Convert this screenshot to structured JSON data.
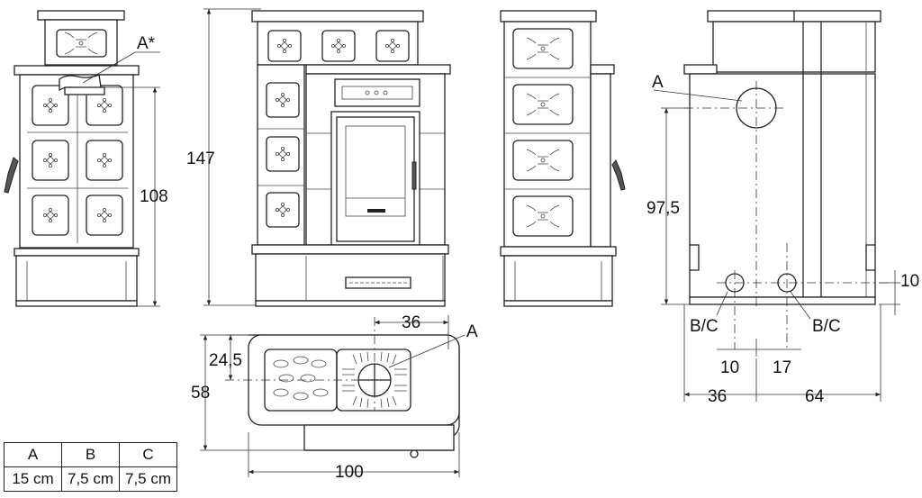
{
  "labels": {
    "a_star": "A*",
    "height_total": "147",
    "height_firebox": "108",
    "height_flue": "97,5",
    "top_offset": "10",
    "side_depth": "24,5",
    "side_flue": "36",
    "depth": "58",
    "width": "100",
    "flue_a_top": "A",
    "flue_a_side": "A",
    "bc_left": "B/C",
    "bc_right": "B/C",
    "bottom_10": "10",
    "bottom_17": "17",
    "bottom_36": "36",
    "bottom_64": "64"
  },
  "table": {
    "headers": [
      "A",
      "B",
      "C"
    ],
    "values": [
      "15 cm",
      "7,5 cm",
      "7,5 cm"
    ]
  }
}
